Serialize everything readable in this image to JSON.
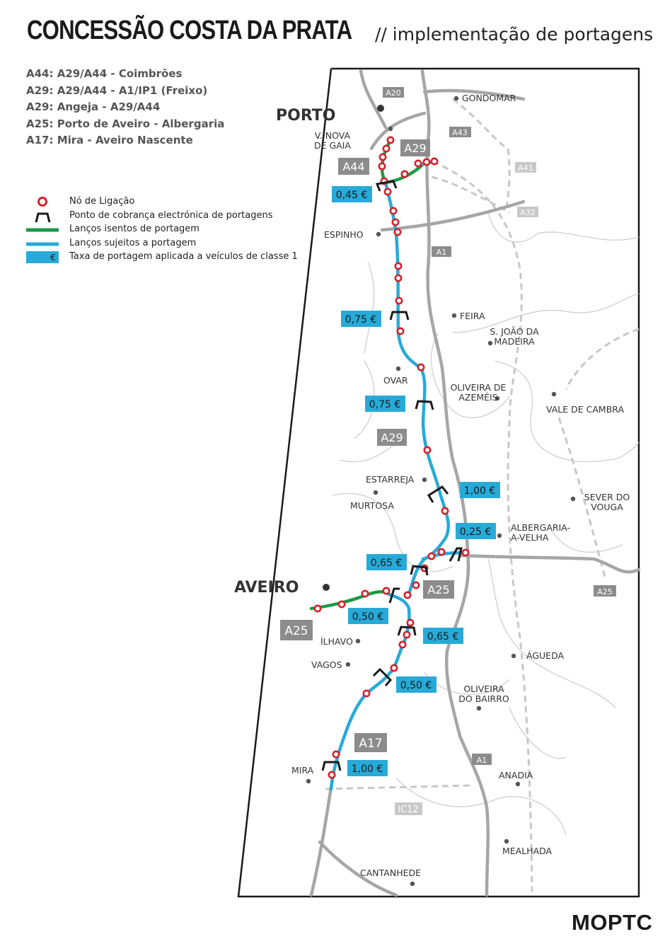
{
  "header": {
    "title": "CONCESSÃO COSTA DA PRATA",
    "subtitle": "// implementação de portagens"
  },
  "routes": [
    "A44: A29/A44 - Coimbrões",
    "A29: A29/A44 - A1/IP1 (Freixo)",
    "A29: Angeja - A29/A44",
    "A25: Porto de Aveiro - Albergaria",
    "A17: Mira - Aveiro Nascente"
  ],
  "legend": [
    {
      "icon": "junction-node-icon",
      "label": "Nó de Ligação"
    },
    {
      "icon": "toll-gantry-icon",
      "label": "Ponto de cobrança electrónica de portagens"
    },
    {
      "icon": "green-line-icon",
      "label": "Lanços isentos de portagem"
    },
    {
      "icon": "blue-line-icon",
      "label": "Lanços sujeitos a portagem"
    },
    {
      "icon": "euro-badge-icon",
      "label": "Taxa de portagem aplicada a veículos de classe 1",
      "symbol": "€"
    }
  ],
  "colors": {
    "toll_road": "#27aad8",
    "free_road": "#1a9a45",
    "node": "#d3232c",
    "other_road": "#a6a6a6",
    "road_label_bg": "#8c8c8c",
    "label_text": "#333333"
  },
  "map": {
    "major_cities": [
      "PORTO",
      "AVEIRO"
    ],
    "towns": [
      "GONDOMAR",
      "V. NOVA\nDE GAIA",
      "ESPINHO",
      "FEIRA",
      "S. JOÃO DA\nMADEIRA",
      "OVAR",
      "OLIVEIRA DE\nAZEMÉIS",
      "VALE DE CAMBRA",
      "ESTARREJA",
      "MURTOSA",
      "SEVER DO\nVOUGA",
      "ALBERGARIA-\nA-VELHA",
      "ÍLHAVO",
      "VAGOS",
      "ÁGUEDA",
      "OLIVEIRA\nDO BAIRRO",
      "MIRA",
      "ANADIA",
      "MEALHADA",
      "CANTANHEDE"
    ],
    "concession_roads": [
      "A29",
      "A44",
      "A29",
      "A25",
      "A25",
      "A17"
    ],
    "other_roads": [
      "A20",
      "A43",
      "A41",
      "A32",
      "A1",
      "A1",
      "A25",
      "IC12"
    ],
    "tolls": [
      "0,45 €",
      "0,75 €",
      "0,75 €",
      "1,00 €",
      "0,25 €",
      "0,65 €",
      "0,50 €",
      "0,65 €",
      "0,50 €",
      "1,00 €"
    ]
  },
  "footer": {
    "logo": "MOPTC"
  }
}
